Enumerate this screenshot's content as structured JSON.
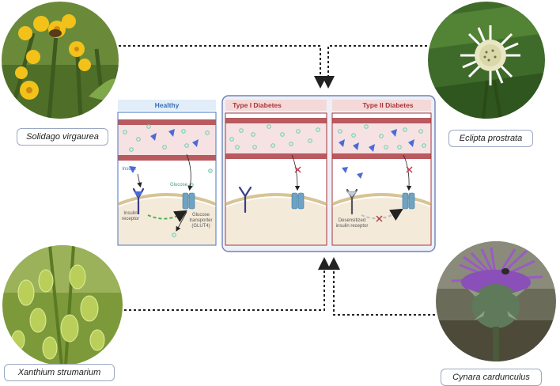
{
  "plants": [
    {
      "id": "solidago",
      "name": "Solidago virgaurea"
    },
    {
      "id": "eclipta",
      "name": "Eclipta prostrata"
    },
    {
      "id": "xanthium",
      "name": "Xanthium strumarium"
    },
    {
      "id": "cynara",
      "name": "Cynara cardunculus"
    }
  ],
  "panels": {
    "healthy": {
      "title": "Healthy",
      "labels": {
        "insulin": "Insulin",
        "glucose": "Glucose",
        "receptor": "Insulin receptor",
        "glut4": "Glucose transporter (GLUT4)"
      }
    },
    "type1": {
      "title": "Type I Diabetes"
    },
    "type2": {
      "title": "Type II Diabetes",
      "labels": {
        "desensitized": "Desensitized insulin receptor"
      }
    }
  },
  "colors": {
    "vessel_wall": "#b85a5e",
    "vessel_lumen": "#f6e2e2",
    "cell": "#f4ead9",
    "membrane": "#d8c394",
    "insulin": "#4a6bd6",
    "glucose": "#8fd2b8",
    "transporter": "#6fa3c4",
    "healthy_title": "#3b6fb6",
    "diabetes_title": "#a8343a",
    "arrow_green": "#4caf50",
    "block": "#c0394b"
  }
}
